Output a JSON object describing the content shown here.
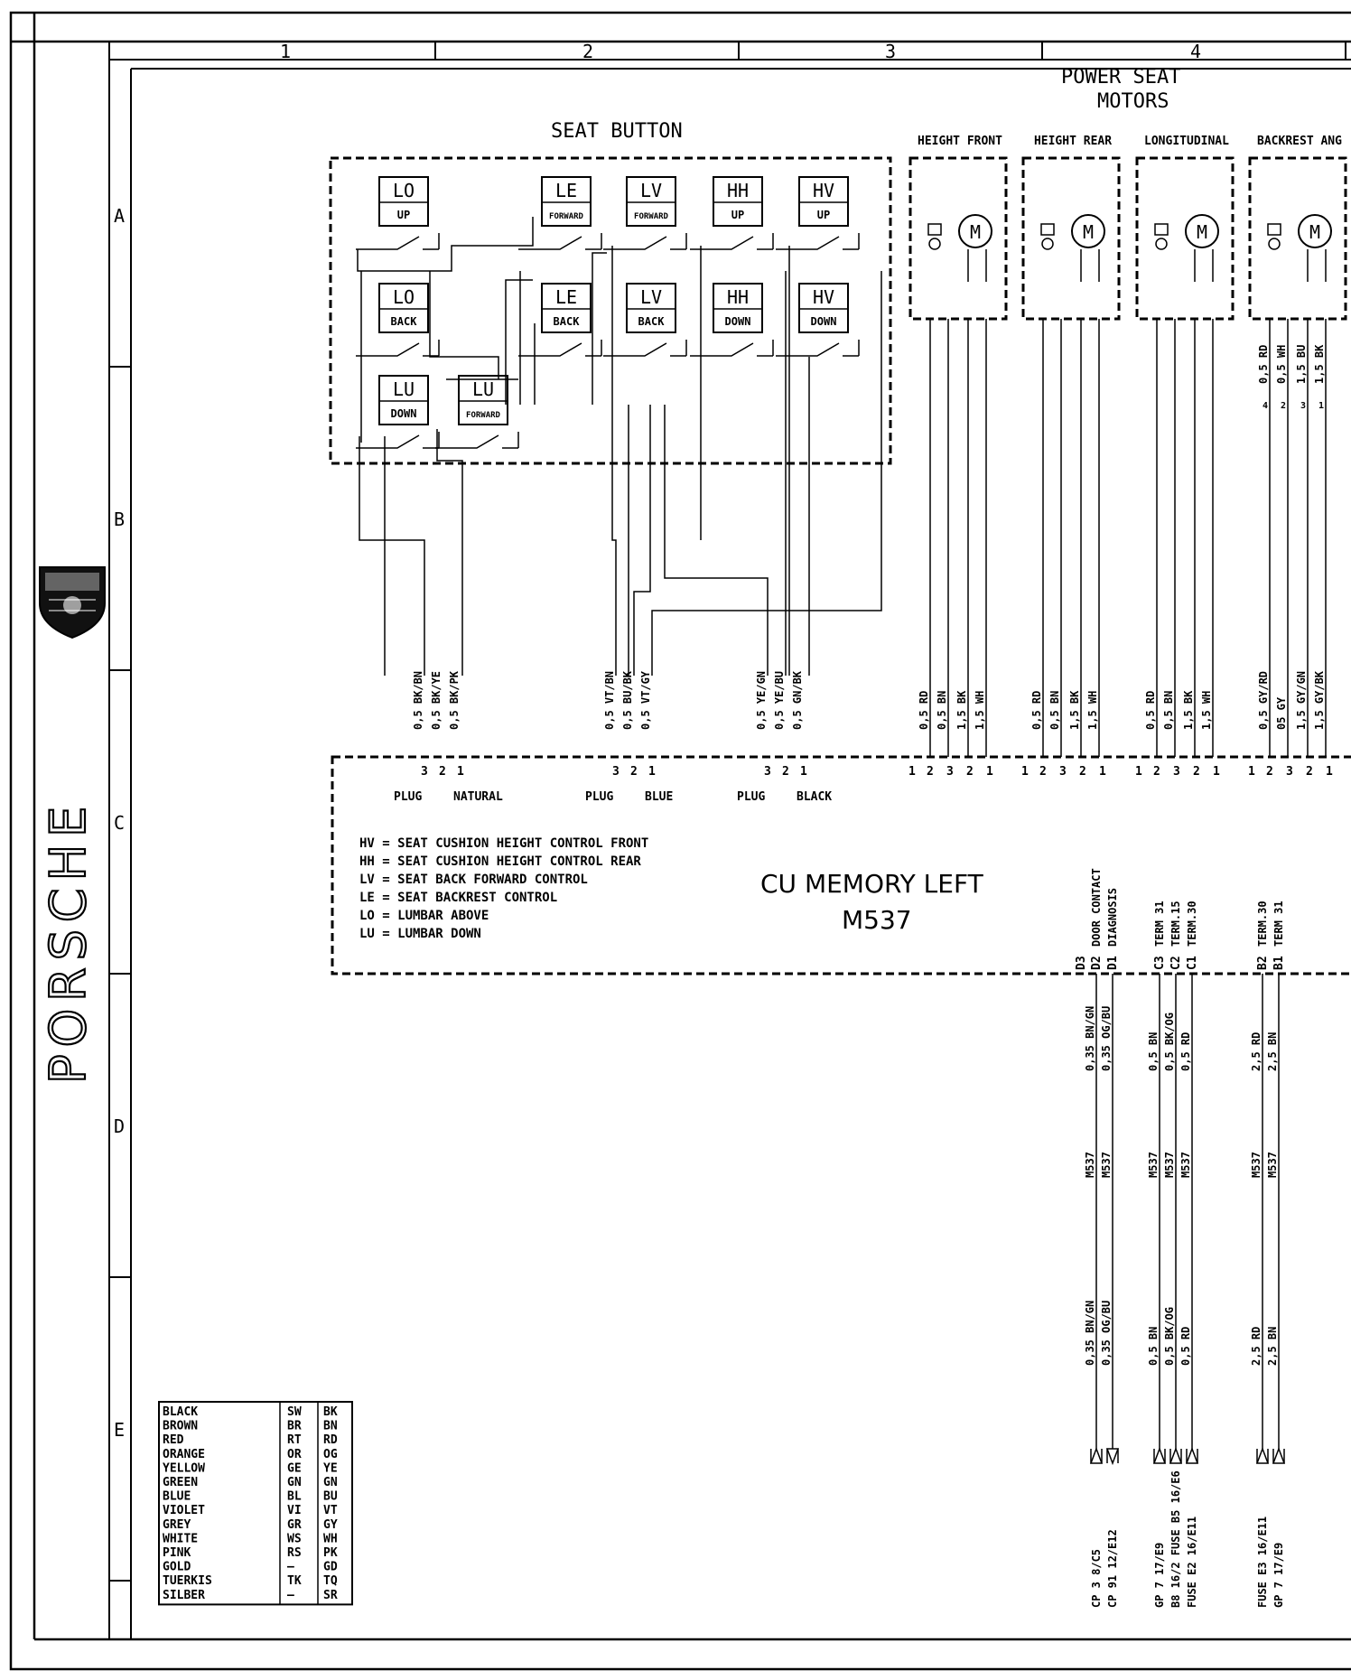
{
  "grid": {
    "columns": [
      "1",
      "2",
      "3",
      "4"
    ],
    "rows": [
      "A",
      "B",
      "C",
      "D",
      "E"
    ]
  },
  "brand": {
    "wordmark": "PORSCHE",
    "logo": "porsche-crest-icon"
  },
  "header": {
    "line1": "POWER SEAT",
    "line2": "MOTORS"
  },
  "seat_button": {
    "title": "SEAT BUTTON",
    "switches": [
      {
        "id": "lo-up",
        "code": "LO",
        "label": "UP"
      },
      {
        "id": "le-forward",
        "code": "LE",
        "label": "FORWARD"
      },
      {
        "id": "lv-forward",
        "code": "LV",
        "label": "FORWARD"
      },
      {
        "id": "hh-up",
        "code": "HH",
        "label": "UP"
      },
      {
        "id": "hv-up",
        "code": "HV",
        "label": "UP"
      },
      {
        "id": "lo-back",
        "code": "LO",
        "label": "BACK"
      },
      {
        "id": "le-back",
        "code": "LE",
        "label": "BACK"
      },
      {
        "id": "lv-back",
        "code": "LV",
        "label": "BACK"
      },
      {
        "id": "hh-down",
        "code": "HH",
        "label": "DOWN"
      },
      {
        "id": "hv-down",
        "code": "HV",
        "label": "DOWN"
      },
      {
        "id": "lu-down",
        "code": "LU",
        "label": "DOWN"
      },
      {
        "id": "lu-forward",
        "code": "LU",
        "label": "FORWARD"
      }
    ]
  },
  "motors": [
    {
      "label": "HEIGHT FRONT",
      "symbol": "M",
      "wires": [
        "0,5 RD",
        "0,5 BN",
        "1,5 BK",
        "1,5 WH"
      ],
      "pins": [
        "1",
        "2",
        "3",
        "2",
        "1"
      ]
    },
    {
      "label": "HEIGHT REAR",
      "symbol": "M",
      "wires": [
        "0,5 RD",
        "0,5 BN",
        "1,5 BK",
        "1,5 WH"
      ],
      "pins": [
        "1",
        "2",
        "3",
        "2",
        "1"
      ]
    },
    {
      "label": "LONGITUDINAL",
      "symbol": "M",
      "wires": [
        "0,5 RD",
        "0,5 BN",
        "1,5 BK",
        "1,5 WH"
      ],
      "pins": [
        "1",
        "2",
        "3",
        "2",
        "1"
      ]
    },
    {
      "label": "BACKREST ANG",
      "symbol": "M",
      "wires": [
        "0,5 GY/RD",
        "05 GY",
        "1,5 GY/GN",
        "1,5 GY/BK"
      ],
      "pins": [
        "1",
        "2",
        "3",
        "2",
        "1"
      ],
      "top_wires": [
        "0,5 RD",
        "0,5 WH",
        "1,5 BU",
        "1,5 BK"
      ],
      "top_pins": [
        "4",
        "2",
        "3",
        "1"
      ]
    }
  ],
  "plugs": [
    {
      "name": "PLUG",
      "color": "NATURAL",
      "wires": [
        "0,5 BK/BN",
        "0,5 BK/YE",
        "0,5 BK/PK"
      ],
      "pins": [
        "3",
        "2",
        "1"
      ]
    },
    {
      "name": "PLUG",
      "color": "BLUE",
      "wires": [
        "0,5 VT/BN",
        "0,5 BU/BK",
        "0,5 VT/GY"
      ],
      "pins": [
        "3",
        "2",
        "1"
      ]
    },
    {
      "name": "PLUG",
      "color": "BLACK",
      "wires": [
        "0,5 YE/GN",
        "0,5 YE/BU",
        "0,5 GN/BK"
      ],
      "pins": [
        "3",
        "2",
        "1"
      ]
    }
  ],
  "legend_abbrev": [
    "HV = SEAT CUSHION HEIGHT CONTROL FRONT",
    "HH = SEAT CUSHION HEIGHT CONTROL REAR",
    "LV = SEAT BACK FORWARD CONTROL",
    "LE = SEAT BACKREST CONTROL",
    "LO = LUMBAR ABOVE",
    "LU = LUMBAR DOWN"
  ],
  "control_unit": {
    "title": "CU MEMORY LEFT",
    "code": "M537"
  },
  "cu_pins": [
    {
      "pin": "D3",
      "func": ""
    },
    {
      "pin": "D2",
      "func": "DOOR CONTACT"
    },
    {
      "pin": "D1",
      "func": "DIAGNOSIS"
    },
    {
      "pin": "C3",
      "func": "TERM 31"
    },
    {
      "pin": "C2",
      "func": "TERM.15"
    },
    {
      "pin": "C1",
      "func": "TERM.30"
    },
    {
      "pin": "B2",
      "func": "TERM.30"
    },
    {
      "pin": "B1",
      "func": "TERM 31"
    }
  ],
  "bottom_wires": [
    {
      "wire": "0,35 BN/GN",
      "ref": "M537",
      "dest": "CP 3  8/C5"
    },
    {
      "wire": "0,35 OG/BU",
      "ref": "M537",
      "dest": "CP 91  12/E12"
    },
    {
      "wire": "0,5 BN",
      "ref": "M537",
      "dest": "GP 7  17/E9"
    },
    {
      "wire": "0,5 BK/OG",
      "ref": "M537",
      "dest": "B8 16/2 FUSE B5  16/E6"
    },
    {
      "wire": "0,5 RD",
      "ref": "M537",
      "dest": "FUSE E2  16/E11"
    },
    {
      "wire": "2,5 RD",
      "ref": "M537",
      "dest": "FUSE E3  16/E11"
    },
    {
      "wire": "2,5 BN",
      "ref": "M537",
      "dest": "GP 7  17/E9"
    }
  ],
  "color_table": [
    [
      "BLACK",
      "SW",
      "BK"
    ],
    [
      "BROWN",
      "BR",
      "BN"
    ],
    [
      "RED",
      "RT",
      "RD"
    ],
    [
      "ORANGE",
      "OR",
      "OG"
    ],
    [
      "YELLOW",
      "GE",
      "YE"
    ],
    [
      "GREEN",
      "GN",
      "GN"
    ],
    [
      "BLUE",
      "BL",
      "BU"
    ],
    [
      "VIOLET",
      "VI",
      "VT"
    ],
    [
      "GREY",
      "GR",
      "GY"
    ],
    [
      "WHITE",
      "WS",
      "WH"
    ],
    [
      "PINK",
      "RS",
      "PK"
    ],
    [
      "GOLD",
      "—",
      "GD"
    ],
    [
      "TUERKIS",
      "TK",
      "TQ"
    ],
    [
      "SILBER",
      "—",
      "SR"
    ]
  ]
}
